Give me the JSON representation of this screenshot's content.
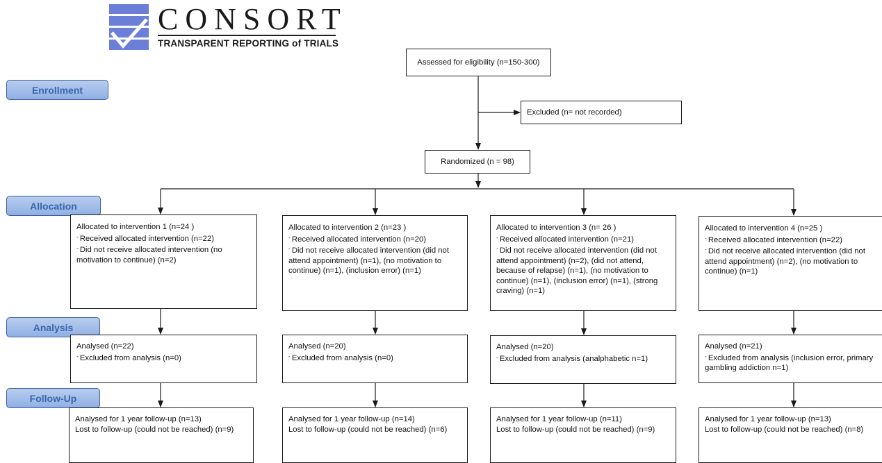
{
  "logo": {
    "wordmark": "CONSORT",
    "tagline": "TRANSPARENT REPORTING of TRIALS",
    "colors": {
      "blue": "#6b7fd8",
      "text": "#1a1a1a"
    }
  },
  "stages": {
    "enrollment": "Enrollment",
    "allocation": "Allocation",
    "analysis": "Analysis",
    "followup": "Follow-Up"
  },
  "top": {
    "assessed": "Assessed for eligibility (n=150-300)",
    "excluded": "Excluded  (n= not recorded)",
    "randomized": "Randomized (n = 98)"
  },
  "arms": [
    {
      "allocation": {
        "title": "Allocated to intervention 1 (n=24  )",
        "received": "Received allocated intervention (n=22)",
        "not_received": "Did not receive allocated intervention (no motivation to continue) (n=2)"
      },
      "analysis": {
        "analysed": "Analysed  (n=22)",
        "excluded": "Excluded from analysis  (n=0)"
      },
      "followup": {
        "analysed": "Analysed for 1 year follow-up  (n=13)",
        "lost": "Lost to follow-up  (could not be reached)  (n=9)"
      }
    },
    {
      "allocation": {
        "title": "Allocated to intervention 2 (n=23  )",
        "received": "Received allocated intervention  (n=20)",
        "not_received": "Did not receive allocated intervention (did not attend appointment) (n=1), (no motivation to continue) (n=1), (inclusion error) (n=1)"
      },
      "analysis": {
        "analysed": "Analysed  (n=20)",
        "excluded": "Excluded from analysis  (n=0)"
      },
      "followup": {
        "analysed": "Analysed for 1 year follow-up  (n=14)",
        "lost": "Lost to follow-up  (could not be reached)  (n=6)"
      }
    },
    {
      "allocation": {
        "title": "Allocated to intervention 3 (n= 26 )",
        "received": "Received allocated intervention  (n=21)",
        "not_received": "Did not receive allocated intervention (did not attend appointment) (n=2), (did not attend, because of relapse) (n=1), (no motivation to continue) (n=1), (inclusion error) (n=1), (strong craving) (n=1)"
      },
      "analysis": {
        "analysed": "Analysed  (n=20)",
        "excluded": "Excluded from analysis  (analphabetic n=1)"
      },
      "followup": {
        "analysed": "Analysed for 1 year follow-up  (n=11)",
        "lost": "Lost to follow-up  (could not be reached)  (n=9)"
      }
    },
    {
      "allocation": {
        "title": "Allocated to intervention 4 (n=25 )",
        "received": "Received allocated intervention  (n=22)",
        "not_received": "Did not receive allocated intervention (did not attend appointment) (n=2), (no motivation to continue) (n=1)"
      },
      "analysis": {
        "analysed": "Analysed  (n=21)",
        "excluded": "Excluded from analysis  (inclusion error, primary gambling addiction n=1)"
      },
      "followup": {
        "analysed": "Analysed for 1 year follow-up  (n=13)",
        "lost": "Lost to follow-up  (could not be reached)  (n=8)"
      }
    }
  ]
}
